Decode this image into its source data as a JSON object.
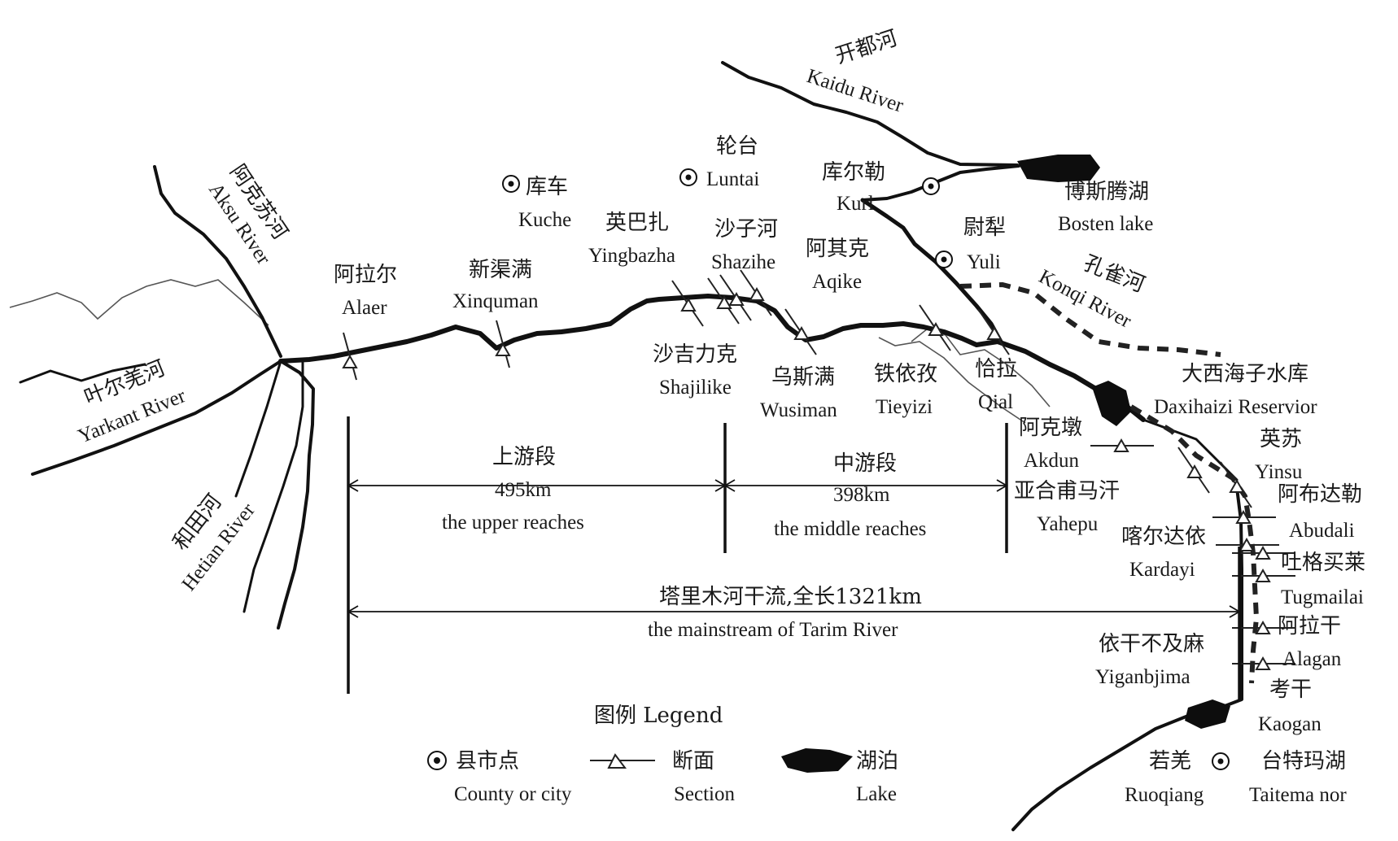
{
  "rivers": {
    "kaidu": {
      "cn": "开都河",
      "en": "Kaidu River"
    },
    "aksu": {
      "cn": "阿克苏河",
      "en": "Aksu River"
    },
    "yarkant": {
      "cn": "叶尔羌河",
      "en": "Yarkant River"
    },
    "hetian": {
      "cn": "和田河",
      "en": "Hetian River"
    },
    "konqi": {
      "cn": "孔雀河",
      "en": "Konqi River"
    }
  },
  "cities": {
    "kuche": {
      "cn": "库车",
      "en": "Kuche"
    },
    "luntai": {
      "cn": "轮台",
      "en": "Luntai"
    },
    "kurl": {
      "cn": "库尔勒",
      "en": "Kurl"
    },
    "yuli": {
      "cn": "尉犁",
      "en": "Yuli"
    },
    "ruoqiang": {
      "cn": "若羌",
      "en": "Ruoqiang"
    }
  },
  "lakes": {
    "bosten": {
      "cn": "博斯腾湖",
      "en": "Bosten lake"
    },
    "daxihaizi": {
      "cn": "大西海子水库",
      "en": "Daxihaizi Reservior"
    },
    "taitema": {
      "cn": "台特玛湖",
      "en": "Taitema nor"
    }
  },
  "sections": {
    "alaer": {
      "cn": "阿拉尔",
      "en": "Alaer"
    },
    "xinquman": {
      "cn": "新渠满",
      "en": "Xinquman"
    },
    "yingbazha": {
      "cn": "英巴扎",
      "en": "Yingbazha"
    },
    "shazihe": {
      "cn": "沙子河",
      "en": "Shazihe"
    },
    "aqike": {
      "cn": "阿其克",
      "en": "Aqike"
    },
    "shajilike": {
      "cn": "沙吉力克",
      "en": "Shajilike"
    },
    "wusiman": {
      "cn": "乌斯满",
      "en": "Wusiman"
    },
    "tieyizi": {
      "cn": "铁依孜",
      "en": "Tieyizi"
    },
    "qial": {
      "cn": "恰拉",
      "en": "Qial"
    },
    "akdun": {
      "cn": "阿克墩",
      "en": "Akdun"
    },
    "yahepu": {
      "cn": "亚合甫马汗",
      "en": "Yahepu"
    },
    "yinsu": {
      "cn": "英苏",
      "en": "Yinsu"
    },
    "abudali": {
      "cn": "阿布达勒",
      "en": "Abudali"
    },
    "kardayi": {
      "cn": "喀尔达依",
      "en": "Kardayi"
    },
    "tugmailai": {
      "cn": "吐格买莱",
      "en": "Tugmailai"
    },
    "alagan": {
      "cn": "阿拉干",
      "en": "Alagan"
    },
    "yiganbjima": {
      "cn": "依干不及麻",
      "en": "Yiganbjima"
    },
    "kaogan": {
      "cn": "考干",
      "en": "Kaogan"
    }
  },
  "reaches": {
    "upper": {
      "cn": "上游段",
      "length": "495km",
      "en": "the upper reaches"
    },
    "middle": {
      "cn": "中游段",
      "length": "398km",
      "en": "the middle reaches"
    },
    "mainstream": {
      "cn": "塔里木河干流,全长1321km",
      "en": "the mainstream of Tarim River"
    }
  },
  "legend": {
    "title": "图例 Legend",
    "city": {
      "cn": "县市点",
      "en": "County or city"
    },
    "section": {
      "cn": "断面",
      "en": "Section"
    },
    "lake": {
      "cn": "湖泊",
      "en": "Lake"
    }
  }
}
